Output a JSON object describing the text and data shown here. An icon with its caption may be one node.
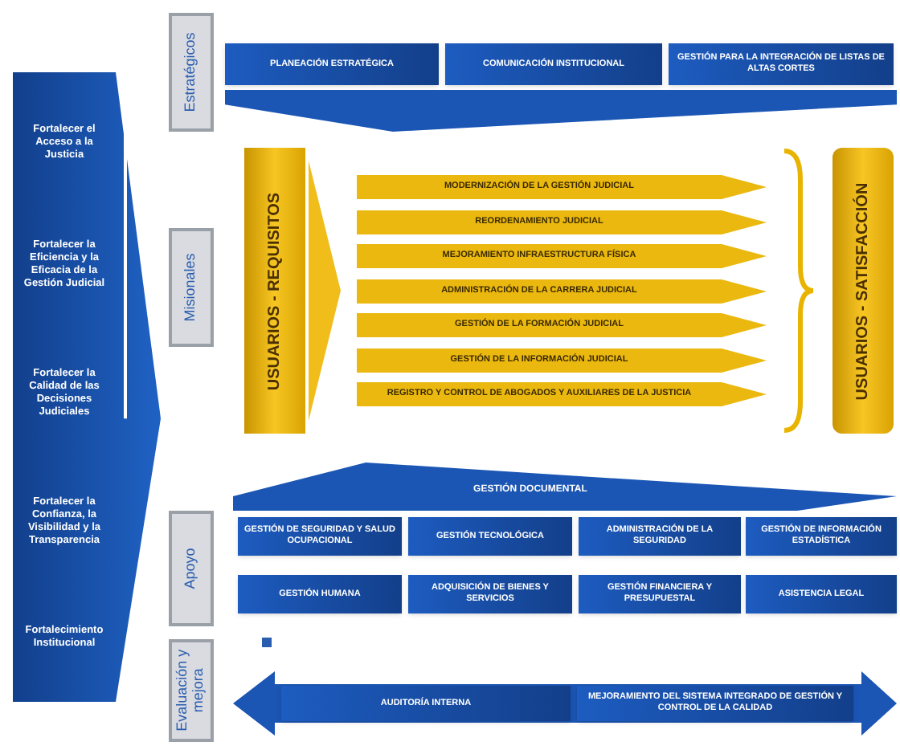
{
  "diagram": {
    "nodes": [
      {
        "text": [
          "Fortalecer el Acceso a la Justicia",
          "Fortalecer la Eficiencia y la Eficacia de la Gestión Judicial",
          "Fortalecer la Calidad de las Decisiones Judiciales",
          "Fortalecer la Confianza, la Visibilidad y la Transparencia",
          "Fortalecimiento Institucional"
        ]
      },
      {
        "text": [
          "Estratégicos"
        ]
      },
      {
        "text": [
          "Misionales"
        ]
      },
      {
        "text": [
          "Apoyo"
        ]
      },
      {
        "text": [
          "Evaluación y mejora"
        ]
      },
      {
        "text": [
          "PLANEACIÓN ESTRATÉGICA"
        ]
      },
      {
        "text": [
          "COMUNICACIÓN INSTITUCIONAL"
        ]
      },
      {
        "text": [
          "GESTIÓN PARA LA INTEGRACIÓN DE LISTAS DE ALTAS CORTES"
        ]
      },
      {
        "text": [],
        "shape": "arrow"
      },
      {
        "text": [
          "USUARIOS - REQUISITOS"
        ]
      },
      {
        "text": [
          "MODERNIZACIÓN DE LA GESTIÓN JUDICIAL"
        ]
      },
      {
        "text": [
          "REORDENAMIENTO JUDICIAL"
        ]
      },
      {
        "text": [
          "MEJORAMIENTO INFRAESTRUCTURA FÍSICA"
        ]
      },
      {
        "text": [
          "ADMINISTRACIÓN DE LA CARRERA JUDICIAL"
        ]
      },
      {
        "text": [
          "GESTIÓN DE LA FORMACIÓN JUDICIAL"
        ]
      },
      {
        "text": [
          "GESTIÓN DE LA INFORMACIÓN JUDICIAL"
        ]
      },
      {
        "text": [
          "REGISTRO Y CONTROL DE ABOGADOS Y AUXILIARES DE LA JUSTICIA"
        ]
      },
      {
        "text": [
          "USUARIOS - SATISFACCIÓN"
        ]
      },
      {
        "text": [
          "GESTIÓN DOCUMENTAL"
        ]
      },
      {
        "text": [
          "GESTIÓN DE SEGURIDAD Y SALUD OCUPACIONAL"
        ]
      },
      {
        "text": [
          "GESTIÓN TECNOLÓGICA"
        ]
      },
      {
        "text": [
          "ADMINISTRACIÓN DE LA SEGURIDAD"
        ]
      },
      {
        "text": [
          "GESTIÓN DE INFORMACIÓN ESTADÍSTICA"
        ]
      },
      {
        "text": [
          "GESTIÓN HUMANA"
        ]
      },
      {
        "text": [
          "ADQUISICIÓN DE BIENES Y SERVICIOS"
        ]
      },
      {
        "text": [
          "GESTIÓN FINANCIERA Y PRESUPUESTAL"
        ]
      },
      {
        "text": [
          "ASISTENCIA LEGAL"
        ]
      },
      {
        "text": [],
        "shape": "arrow"
      },
      {
        "text": [
          "AUDITORÍA INTERNA"
        ],
        "in": 27
      },
      {
        "text": [
          "MEJORAMIENTO DEL SISTEMA INTEGRADO DE GESTIÓN Y CONTROL DE LA CALIDAD"
        ],
        "in": 27
      }
    ]
  }
}
